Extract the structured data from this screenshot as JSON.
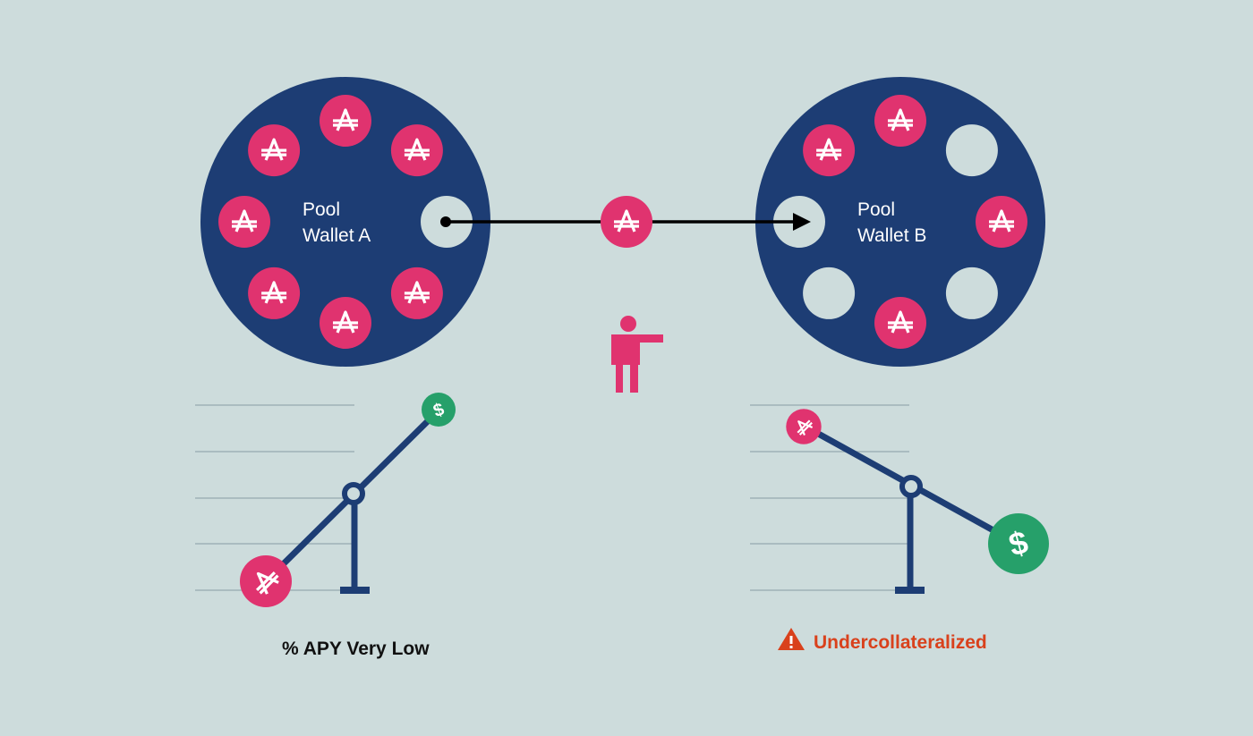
{
  "wallet_a": {
    "label_line1": "Pool",
    "label_line2": "Wallet A"
  },
  "wallet_b": {
    "label_line1": "Pool",
    "label_line2": "Wallet B"
  },
  "left_caption": "% APY Very Low",
  "right_caption": "Undercollateralized",
  "colors": {
    "background": "#cddcdc",
    "navy": "#1d3d74",
    "pink": "#e0336f",
    "green": "#26a06a",
    "warning": "#d9411c",
    "slot": "#cddcdc"
  }
}
